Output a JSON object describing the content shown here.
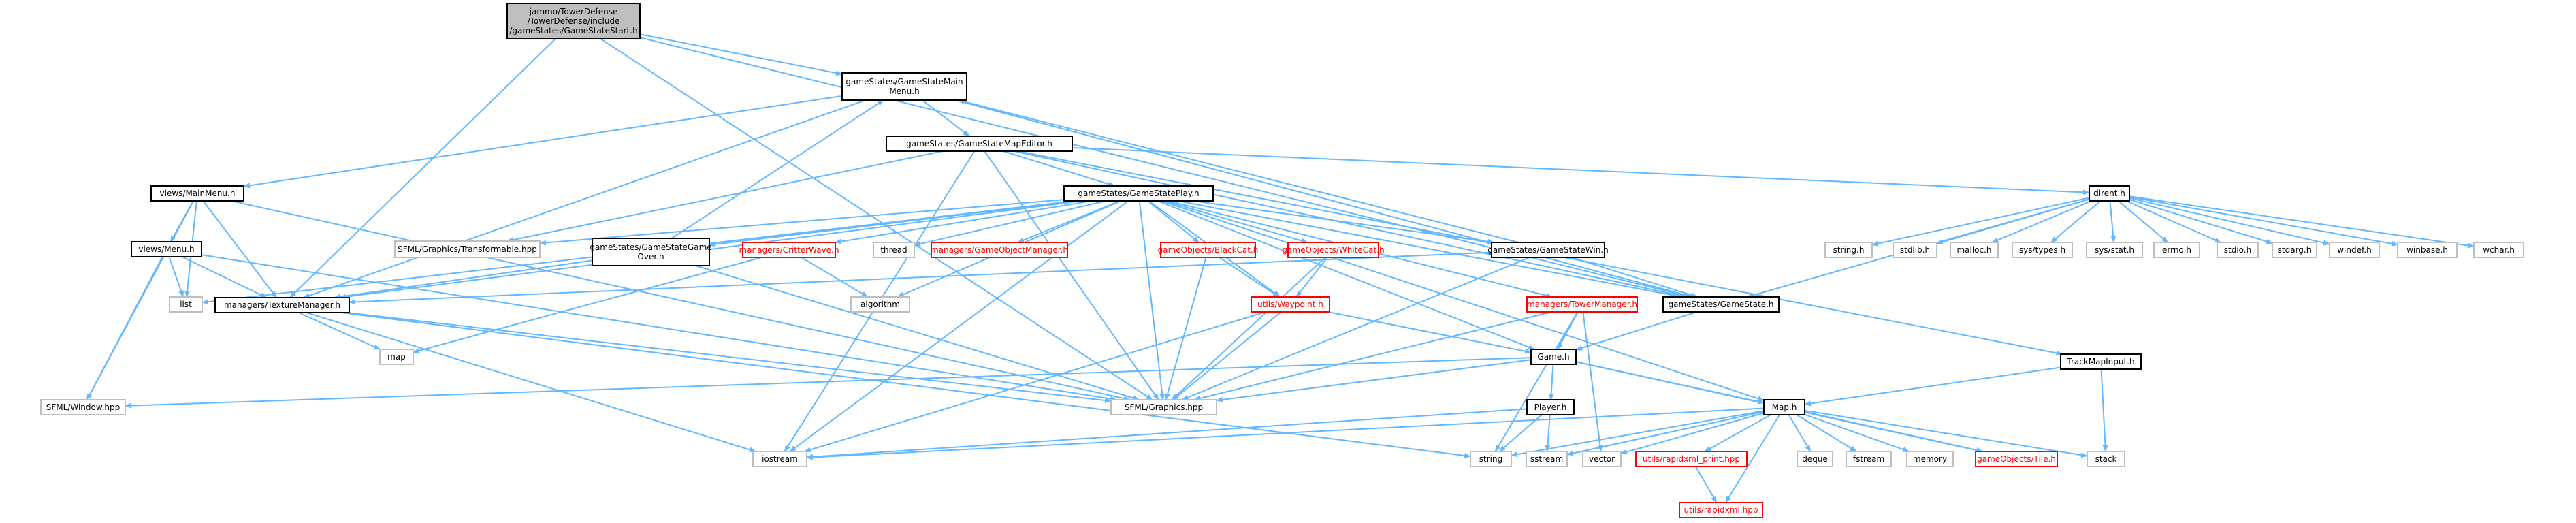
{
  "colors": {
    "edge": "#63b8ff",
    "node_border_black": "#000000",
    "node_border_red": "#ff0000",
    "node_border_gray": "#bfbfbf",
    "node_fill_root": "#bfbfbf",
    "node_fill": "#ffffff",
    "text_black": "#000000",
    "text_red": "#ff0000"
  },
  "nodes": [
    {
      "id": "root",
      "style": "root",
      "lines": [
        "jammo/TowerDefense",
        "/TowerDefense/include",
        "/gameStates/GameStateStart.h"
      ]
    },
    {
      "id": "gsmainmenu",
      "style": "black",
      "lines": [
        "gameStates/GameStateMain",
        "Menu.h"
      ]
    },
    {
      "id": "gsmapeditor",
      "style": "black",
      "lines": [
        "gameStates/GameStateMapEditor.h"
      ]
    },
    {
      "id": "viewsmainmenu",
      "style": "black",
      "lines": [
        "views/MainMenu.h"
      ]
    },
    {
      "id": "gsplay",
      "style": "black",
      "lines": [
        "gameStates/GameStatePlay.h"
      ]
    },
    {
      "id": "direnth",
      "style": "black",
      "lines": [
        "dirent.h"
      ]
    },
    {
      "id": "viewsmenu",
      "style": "black",
      "lines": [
        "views/Menu.h"
      ]
    },
    {
      "id": "transformable",
      "style": "gray",
      "lines": [
        "SFML/Graphics/Transformable.hpp"
      ]
    },
    {
      "id": "gsgameover",
      "style": "black",
      "lines": [
        "gameStates/GameStateGame",
        "Over.h"
      ]
    },
    {
      "id": "critterwave",
      "style": "red",
      "lines": [
        "managers/CritterWave.h"
      ]
    },
    {
      "id": "thread",
      "style": "gray",
      "lines": [
        "thread"
      ]
    },
    {
      "id": "gameobjectmanager",
      "style": "red",
      "lines": [
        "managers/GameObjectManager.h"
      ]
    },
    {
      "id": "blackcat",
      "style": "red",
      "lines": [
        "gameObjects/BlackCat.h"
      ]
    },
    {
      "id": "whitecat",
      "style": "red",
      "lines": [
        "gameObjects/WhiteCat.h"
      ]
    },
    {
      "id": "gswin",
      "style": "black",
      "lines": [
        "gameStates/GameStateWin.h"
      ]
    },
    {
      "id": "stringh",
      "style": "gray",
      "lines": [
        "string.h"
      ]
    },
    {
      "id": "stdlibh",
      "style": "gray",
      "lines": [
        "stdlib.h"
      ]
    },
    {
      "id": "malloch",
      "style": "gray",
      "lines": [
        "malloc.h"
      ]
    },
    {
      "id": "systypes",
      "style": "gray",
      "lines": [
        "sys/types.h"
      ]
    },
    {
      "id": "sysstat",
      "style": "gray",
      "lines": [
        "sys/stat.h"
      ]
    },
    {
      "id": "errnoh",
      "style": "gray",
      "lines": [
        "errno.h"
      ]
    },
    {
      "id": "stdioh",
      "style": "gray",
      "lines": [
        "stdio.h"
      ]
    },
    {
      "id": "stdargh",
      "style": "gray",
      "lines": [
        "stdarg.h"
      ]
    },
    {
      "id": "windefh",
      "style": "gray",
      "lines": [
        "windef.h"
      ]
    },
    {
      "id": "winbaseh",
      "style": "gray",
      "lines": [
        "winbase.h"
      ]
    },
    {
      "id": "wcharh",
      "style": "gray",
      "lines": [
        "wchar.h"
      ]
    },
    {
      "id": "list",
      "style": "gray",
      "lines": [
        "list"
      ]
    },
    {
      "id": "texturemanager",
      "style": "black",
      "lines": [
        "managers/TextureManager.h"
      ]
    },
    {
      "id": "algorithm",
      "style": "gray",
      "lines": [
        "algorithm"
      ]
    },
    {
      "id": "waypoint",
      "style": "red",
      "lines": [
        "utils/Waypoint.h"
      ]
    },
    {
      "id": "towermanager",
      "style": "red",
      "lines": [
        "managers/TowerManager.h"
      ]
    },
    {
      "id": "gamestate",
      "style": "black",
      "lines": [
        "gameStates/GameState.h"
      ]
    },
    {
      "id": "trackmapinput",
      "style": "black",
      "lines": [
        "TrackMapInput.h"
      ]
    },
    {
      "id": "map",
      "style": "gray",
      "lines": [
        "map"
      ]
    },
    {
      "id": "gameh",
      "style": "black",
      "lines": [
        "Game.h"
      ]
    },
    {
      "id": "sfmlwindow",
      "style": "gray",
      "lines": [
        "SFML/Window.hpp"
      ]
    },
    {
      "id": "sfmlgraphics",
      "style": "gray",
      "lines": [
        "SFML/Graphics.hpp"
      ]
    },
    {
      "id": "playerh",
      "style": "black",
      "lines": [
        "Player.h"
      ]
    },
    {
      "id": "maph",
      "style": "black",
      "lines": [
        "Map.h"
      ]
    },
    {
      "id": "iostream",
      "style": "gray",
      "lines": [
        "iostream"
      ]
    },
    {
      "id": "string",
      "style": "gray",
      "lines": [
        "string"
      ]
    },
    {
      "id": "sstream",
      "style": "gray",
      "lines": [
        "sstream"
      ]
    },
    {
      "id": "vector",
      "style": "gray",
      "lines": [
        "vector"
      ]
    },
    {
      "id": "rapidxmlprint",
      "style": "red",
      "lines": [
        "utils/rapidxml_print.hpp"
      ]
    },
    {
      "id": "deque",
      "style": "gray",
      "lines": [
        "deque"
      ]
    },
    {
      "id": "fstream",
      "style": "gray",
      "lines": [
        "fstream"
      ]
    },
    {
      "id": "memory",
      "style": "gray",
      "lines": [
        "memory"
      ]
    },
    {
      "id": "tileh",
      "style": "red",
      "lines": [
        "gameObjects/Tile.h"
      ]
    },
    {
      "id": "stack",
      "style": "gray",
      "lines": [
        "stack"
      ]
    },
    {
      "id": "rapidxml",
      "style": "red",
      "lines": [
        "utils/rapidxml.hpp"
      ]
    }
  ],
  "edges": [
    [
      "root",
      "gsmainmenu"
    ],
    [
      "root",
      "texturemanager"
    ],
    [
      "root",
      "sfmlgraphics"
    ],
    [
      "root",
      "gamestate"
    ],
    [
      "gsmainmenu",
      "gsmapeditor"
    ],
    [
      "gsmainmenu",
      "viewsmainmenu"
    ],
    [
      "gsmainmenu",
      "texturemanager"
    ],
    [
      "gsmainmenu",
      "gamestate"
    ],
    [
      "gsmapeditor",
      "gsplay"
    ],
    [
      "gsmapeditor",
      "transformable"
    ],
    [
      "gsmapeditor",
      "direnth"
    ],
    [
      "gsmapeditor",
      "sfmlgraphics"
    ],
    [
      "gsmapeditor",
      "iostream"
    ],
    [
      "gsmapeditor",
      "gamestate"
    ],
    [
      "gsmapeditor",
      "trackmapinput"
    ],
    [
      "viewsmainmenu",
      "viewsmenu"
    ],
    [
      "viewsmainmenu",
      "texturemanager"
    ],
    [
      "viewsmainmenu",
      "list"
    ],
    [
      "viewsmainmenu",
      "sfmlwindow"
    ],
    [
      "viewsmainmenu",
      "sfmlgraphics"
    ],
    [
      "viewsmenu",
      "texturemanager"
    ],
    [
      "viewsmenu",
      "list"
    ],
    [
      "viewsmenu",
      "sfmlwindow"
    ],
    [
      "viewsmenu",
      "sfmlgraphics"
    ],
    [
      "gsplay",
      "transformable"
    ],
    [
      "gsplay",
      "gsgameover"
    ],
    [
      "gsplay",
      "critterwave"
    ],
    [
      "gsplay",
      "thread"
    ],
    [
      "gsplay",
      "gameobjectmanager"
    ],
    [
      "gsplay",
      "blackcat"
    ],
    [
      "gsplay",
      "whitecat"
    ],
    [
      "gsplay",
      "gswin"
    ],
    [
      "gsplay",
      "towermanager"
    ],
    [
      "gsplay",
      "gamestate"
    ],
    [
      "gsplay",
      "maph"
    ],
    [
      "gsplay",
      "texturemanager"
    ],
    [
      "gsplay",
      "list"
    ],
    [
      "gsplay",
      "algorithm"
    ],
    [
      "gsplay",
      "sfmlgraphics"
    ],
    [
      "gsplay",
      "waypoint"
    ],
    [
      "gsplay",
      "iostream"
    ],
    [
      "gsplay",
      "gameh"
    ],
    [
      "gsgameover",
      "gsmainmenu"
    ],
    [
      "gsgameover",
      "texturemanager"
    ],
    [
      "gsgameover",
      "sfmlgraphics"
    ],
    [
      "gswin",
      "gsmainmenu"
    ],
    [
      "gswin",
      "gamestate"
    ],
    [
      "gswin",
      "texturemanager"
    ],
    [
      "gswin",
      "sfmlgraphics"
    ],
    [
      "critterwave",
      "map"
    ],
    [
      "critterwave",
      "algorithm"
    ],
    [
      "blackcat",
      "waypoint"
    ],
    [
      "blackcat",
      "sfmlgraphics"
    ],
    [
      "whitecat",
      "waypoint"
    ],
    [
      "whitecat",
      "sfmlgraphics"
    ],
    [
      "waypoint",
      "iostream"
    ],
    [
      "waypoint",
      "gameh"
    ],
    [
      "waypoint",
      "sfmlgraphics"
    ],
    [
      "towermanager",
      "gameh"
    ],
    [
      "towermanager",
      "vector"
    ],
    [
      "towermanager",
      "sfmlgraphics"
    ],
    [
      "towermanager",
      "string"
    ],
    [
      "gamestate",
      "gameh"
    ],
    [
      "gameh",
      "playerh"
    ],
    [
      "gameh",
      "maph"
    ],
    [
      "gameh",
      "sfmlgraphics"
    ],
    [
      "gameh",
      "sfmlwindow"
    ],
    [
      "gameh",
      "tileh"
    ],
    [
      "playerh",
      "iostream"
    ],
    [
      "playerh",
      "string"
    ],
    [
      "playerh",
      "sstream"
    ],
    [
      "maph",
      "iostream"
    ],
    [
      "maph",
      "string"
    ],
    [
      "maph",
      "sstream"
    ],
    [
      "maph",
      "vector"
    ],
    [
      "maph",
      "rapidxmlprint"
    ],
    [
      "maph",
      "deque"
    ],
    [
      "maph",
      "fstream"
    ],
    [
      "maph",
      "memory"
    ],
    [
      "maph",
      "tileh"
    ],
    [
      "maph",
      "stack"
    ],
    [
      "maph",
      "rapidxml"
    ],
    [
      "rapidxmlprint",
      "rapidxml"
    ],
    [
      "trackmapinput",
      "maph"
    ],
    [
      "trackmapinput",
      "stack"
    ],
    [
      "texturemanager",
      "map"
    ],
    [
      "texturemanager",
      "sfmlgraphics"
    ],
    [
      "texturemanager",
      "iostream"
    ],
    [
      "texturemanager",
      "string"
    ],
    [
      "direnth",
      "stringh"
    ],
    [
      "direnth",
      "stdlibh"
    ],
    [
      "direnth",
      "malloch"
    ],
    [
      "direnth",
      "systypes"
    ],
    [
      "direnth",
      "sysstat"
    ],
    [
      "direnth",
      "errnoh"
    ],
    [
      "direnth",
      "stdioh"
    ],
    [
      "direnth",
      "stdargh"
    ],
    [
      "direnth",
      "windefh"
    ],
    [
      "direnth",
      "winbaseh"
    ],
    [
      "direnth",
      "wcharh"
    ],
    [
      "direnth",
      "gamestate"
    ]
  ]
}
